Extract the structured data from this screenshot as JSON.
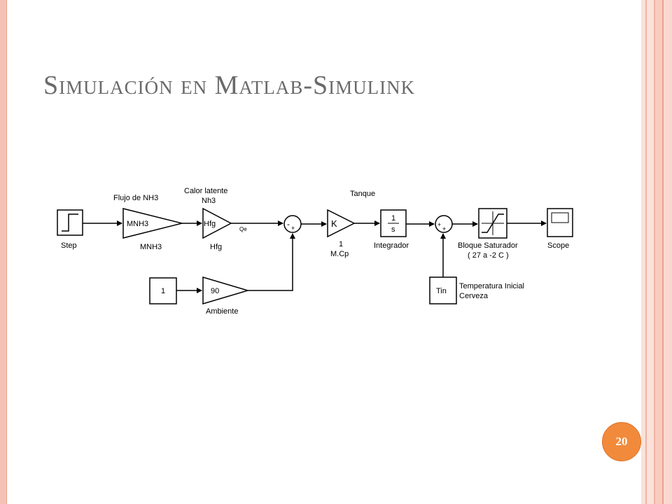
{
  "slide": {
    "title": "Simulación en Matlab-Simulink",
    "page_number": "20"
  },
  "diagram": {
    "blocks": {
      "step": {
        "label": "Step"
      },
      "gain_mnh3": {
        "top_label": "Flujo de NH3",
        "inner": "MNH3",
        "label": "MNH3"
      },
      "gain_hfg": {
        "top_label_1": "Calor latente",
        "top_label_2": "Nh3",
        "inner": "Hfg",
        "label": "Hfg",
        "signal": "Qe"
      },
      "sum1": {
        "minus": "-",
        "plus": "+"
      },
      "gain_k": {
        "inner": "K",
        "label_1": "1",
        "label_2": "M.Cp",
        "top_label": "Tanque"
      },
      "integrator": {
        "num": "1",
        "den": "s",
        "label": "Integrador"
      },
      "sum2": {
        "plus1": "+",
        "plus2": "+"
      },
      "saturation": {
        "label_1": "Bloque Saturador",
        "label_2": "( 27 a -2 C )"
      },
      "scope": {
        "label": "Scope"
      },
      "const_1": {
        "inner": "1"
      },
      "gain_90": {
        "inner": "90",
        "label": "Ambiente"
      },
      "tin": {
        "inner": "Tin",
        "label_1": "Temperatura Inicial",
        "label_2": "Cerveza"
      }
    }
  }
}
